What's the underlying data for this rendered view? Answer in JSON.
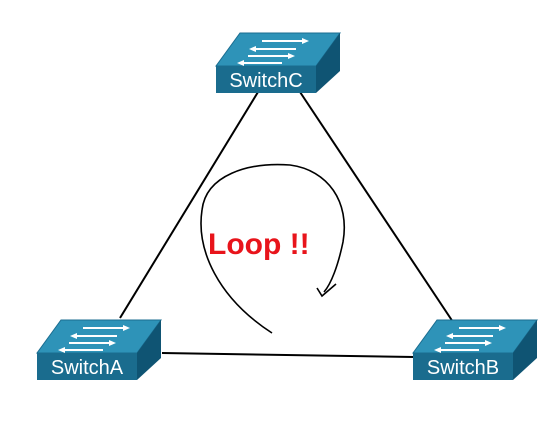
{
  "switches": {
    "c": {
      "label": "SwitchC"
    },
    "a": {
      "label": "SwitchA"
    },
    "b": {
      "label": "SwitchB"
    }
  },
  "loop": {
    "label": "Loop !!"
  },
  "colors": {
    "switch_top": "#2e93b8",
    "switch_front": "#1a6c8e",
    "switch_side": "#0f5473",
    "arrow": "#ffffff",
    "link": "#000000",
    "loop_text": "#e8141b"
  }
}
